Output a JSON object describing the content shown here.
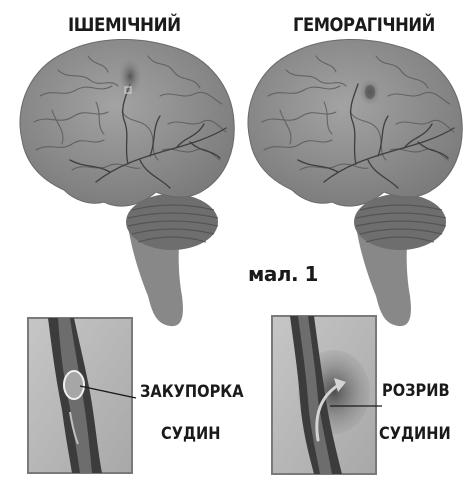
{
  "titles": {
    "left": "ІШЕМІЧНИЙ",
    "right": "ГЕМОРАГІЧНИЙ"
  },
  "figure_label": "мал. 1",
  "labels": {
    "left_line1": "ЗАКУПОРКА",
    "left_line2": "СУДИН",
    "right_line1": "РОЗРИВ",
    "right_line2": "СУДИНИ"
  },
  "colors": {
    "brain": "#8c8c8c",
    "brain_dark": "#555555",
    "inset_bg": "#b5b5b5",
    "vessel": "#444444",
    "lesion": "#6a6a6a"
  }
}
